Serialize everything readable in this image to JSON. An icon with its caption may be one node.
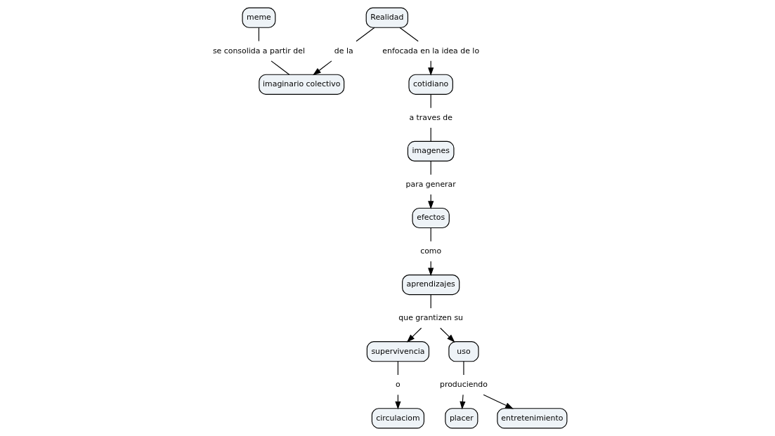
{
  "diagram": {
    "nodes": [
      {
        "text": [
          "meme"
        ]
      },
      {
        "text": [
          "se consolida a partir del"
        ]
      },
      {
        "text": [
          "imaginario colectivo"
        ]
      },
      {
        "text": [
          "de la"
        ]
      },
      {
        "text": [
          "Realidad"
        ]
      },
      {
        "text": [
          "enfocada en la idea de lo"
        ]
      },
      {
        "text": [
          "cotidiano"
        ]
      },
      {
        "text": [
          "a traves de"
        ]
      },
      {
        "text": [
          "imagenes"
        ]
      },
      {
        "text": [
          "para generar"
        ]
      },
      {
        "text": [
          "efectos"
        ]
      },
      {
        "text": [
          "como"
        ]
      },
      {
        "text": [
          "aprendizajes"
        ]
      },
      {
        "text": [
          "que grantizen su"
        ]
      },
      {
        "text": [
          "supervivencia"
        ]
      },
      {
        "text": [
          "o"
        ]
      },
      {
        "text": [
          "circulaciom"
        ]
      },
      {
        "text": [
          "uso"
        ]
      },
      {
        "text": [
          "produciendo"
        ]
      },
      {
        "text": [
          "placer"
        ]
      },
      {
        "text": [
          "entretenimiento"
        ]
      }
    ],
    "edges": [
      {
        "from": 0,
        "to": 1,
        "arrow": "none"
      },
      {
        "from": 1,
        "to": 2,
        "arrow": "none"
      },
      {
        "from": 4,
        "to": 3,
        "arrow": "none"
      },
      {
        "from": 3,
        "to": 2,
        "arrow": "to"
      },
      {
        "from": 4,
        "to": 5,
        "arrow": "none"
      },
      {
        "from": 5,
        "to": 6,
        "arrow": "to"
      },
      {
        "from": 6,
        "to": 7,
        "arrow": "none"
      },
      {
        "from": 7,
        "to": 8,
        "arrow": "none"
      },
      {
        "from": 8,
        "to": 9,
        "arrow": "none"
      },
      {
        "from": 9,
        "to": 10,
        "arrow": "to"
      },
      {
        "from": 10,
        "to": 11,
        "arrow": "none"
      },
      {
        "from": 11,
        "to": 12,
        "arrow": "to"
      },
      {
        "from": 12,
        "to": 13,
        "arrow": "none"
      },
      {
        "from": 13,
        "to": 14,
        "arrow": "to"
      },
      {
        "from": 13,
        "to": 17,
        "arrow": "to"
      },
      {
        "from": 14,
        "to": 15,
        "arrow": "none"
      },
      {
        "from": 15,
        "to": 16,
        "arrow": "to"
      },
      {
        "from": 17,
        "to": 18,
        "arrow": "none"
      },
      {
        "from": 18,
        "to": 19,
        "arrow": "to"
      },
      {
        "from": 18,
        "to": 20,
        "arrow": "to"
      }
    ]
  }
}
